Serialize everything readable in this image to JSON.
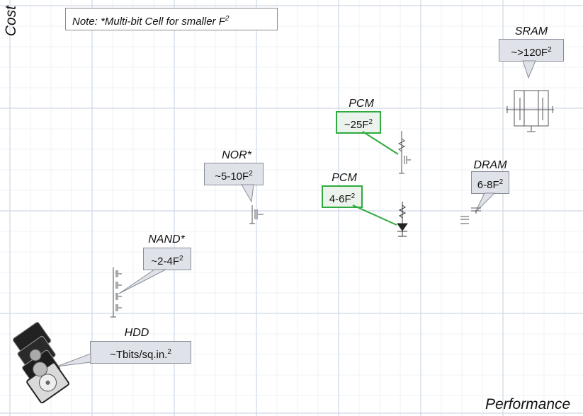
{
  "axes": {
    "y_label": "Cost",
    "x_label": "Performance"
  },
  "note": {
    "text": "Note: *Multi-bit Cell for smaller F",
    "sup": "2"
  },
  "technologies": [
    {
      "id": "sram",
      "name": "SRAM",
      "density": "~>120F",
      "sup": "2"
    },
    {
      "id": "pcm-top",
      "name": "PCM",
      "density": "~25F",
      "sup": "2",
      "highlight": true
    },
    {
      "id": "nor",
      "name": "NOR*",
      "density": "~5-10F",
      "sup": "2"
    },
    {
      "id": "pcm-bottom",
      "name": "PCM",
      "density": "4-6F",
      "sup": "2",
      "highlight": true
    },
    {
      "id": "dram",
      "name": "DRAM",
      "density": "6-8F",
      "sup": "2"
    },
    {
      "id": "nand",
      "name": "NAND*",
      "density": "~2-4F",
      "sup": "2"
    },
    {
      "id": "hdd",
      "name": "HDD",
      "density": "~Tbits/sq.in.",
      "sup": "2"
    }
  ],
  "icons": [
    "hard-disk-stack-icon",
    "nand-string-icon",
    "nor-cell-icon",
    "pcm-cell-icon",
    "pcm-diode-cell-icon",
    "dram-cell-icon",
    "sram-cell-icon"
  ],
  "colors": {
    "grid": "#cfd8e6",
    "callout_fill": "#dfe2e8",
    "callout_border": "#8a8e98",
    "highlight_border": "#2faa3e"
  }
}
